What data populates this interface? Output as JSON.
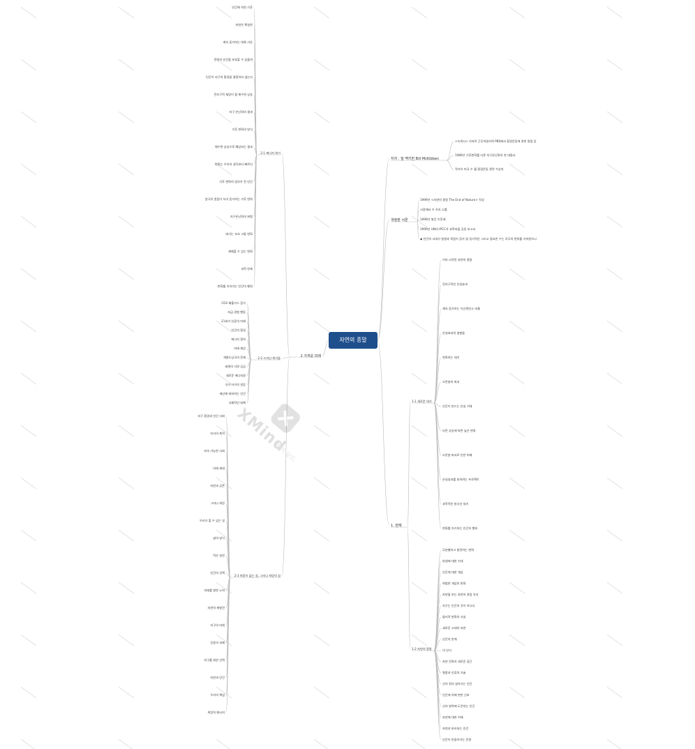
{
  "root": {
    "label": "자연의 종말"
  },
  "watermark": {
    "brand": "XMind",
    "sub": "평가 모드"
  },
  "colors": {
    "root": "#1f4e8c",
    "line": "#b9b9b9",
    "text": "#3a3a3a"
  },
  "right": {
    "b1": {
      "label": "지자 : 빌 맥키번 Bill McKibben",
      "items": [
        "<녹색시> 기자로 근무하였으며 PBS에서 환경운동에 관한 칼럼 등",
        "1989년 기후변화를 다룬 지구온난화의 첫 대중서",
        "작가이 미국 수 월 환경운동 관련 수상자"
      ]
    },
    "b2": {
      "label": "개정판 서론",
      "items": [
        "1999년 <자연의 종말 The End of Nature> 작성",
        "시장에서 수 가지 소를",
        "1999년 발간 이후에",
        "1999년 UN의 IPCC가 과학자들 공동 보고서",
        "◆ 인간의 시대가 발생과 죽음이 증가 및 장기적인 그리고 중요한 수는 후무의 변화를 가져왔으나"
      ]
    },
    "b3": {
      "label": "1. 현재",
      "s1": {
        "label": "1-1 새로운 대기",
        "items": [
          "이미 시작된 자연의 종말",
          "전지구적인 온실효과",
          "계속 증가하는 이산화탄소 비율",
          "온실효과의 영향들",
          "변화하는 대기",
          "오존층의 파괴",
          "인간이 만드는 온실 기체",
          "다른 상승에 따른 높은 변화",
          "오존층 파괴로 인한 피해",
          "온실효과를 피하려는 프로젝트",
          "과학적인 방사선 대기",
          "변화를 아기하는 인간의 행위"
        ]
      },
      "s2": {
        "label": "1-2 자연의 종말",
        "items": [
          "무분별하고 발전하는 변화",
          "야생에 대한 기대",
          "인간에 대한 개념",
          "위험한 개념의 변화",
          "자연을 보는 자연의 관점 유지",
          "지구는 인간의 것이 아니다",
          "물리적 변화의 사실",
          "새로운 시대의 자연",
          "인간의 한계",
          "의 인식",
          "자연 진화의 새로운 접근",
          "멸종과 인류의 기술",
          "신의 정의 살아가는 인간",
          "인간에 의해 변한 신호",
          "신의 영역에 도전하는 인간",
          "자연에 대한 이해",
          "자연과 분리되는 인간",
          "인간이 만들어가는 운명"
        ]
      }
    }
  },
  "left": {
    "b4": {
      "label": "2 가까운 미래",
      "s1": {
        "label": "2-1 에너지 위기",
        "items": [
          "인간에 의한 기후",
          "자연은 확실한",
          "계속 증가하는 대륙 기온",
          "뜻밖의 인간을 보호할 수 있을까",
          "인간이 지구의 환경을 결정하지 않는다",
          "전지구적 재앙이 될 해수면 상승",
          "지구 온난화의 결과",
          "기후 변화의 방식",
          "해수면 상승으로 예상되는 결과",
          "변화는 우리의 생각보다 빠르다",
          "기후 변화의 일부가 된 인간",
          "양극의 얼음이 녹아 증가하는 기후 변화",
          "지구온난화의 위험",
          "대기는 초호 고통 변화",
          "재해할 수 있는 변화",
          "과학 한계",
          "변화를 이어가는 인간의 행위"
        ]
      },
      "s2": {
        "label": "2-2 드러난 위기들",
        "items": [
          "CO2 배출가스 증가",
          "자급 경험 행동",
          "21세기 인류의 미래",
          "인간의 환경",
          "에너지 절약",
          "미래 재앙",
          "개발도상국의 문제",
          "세계의 식량 공급",
          "새로운 에너지원",
          "국가 사이의 갈등",
          "재난에 대비하는 인간",
          "국제적인 대책"
        ]
      },
      "s3": {
        "label": "2-3 희망이 없는 길, 그러나 희망의 길",
        "items": [
          "지구 환경과 인간 사회",
          "지식의 축적",
          "지속 가능한 사회",
          "미래 세대",
          "자연과 공존",
          "그러나 희망",
          "우리가 할 수 있는 일",
          "삶의 방식",
          "작은 실천",
          "인간의 선택",
          "미래를 향한 노력",
          "자연의 재발견",
          "지구의 미래",
          "인류의 과제",
          "지구를 위한 선택",
          "자연과 인간",
          "우리의 책임",
          "희망의 메시지"
        ]
      }
    }
  }
}
